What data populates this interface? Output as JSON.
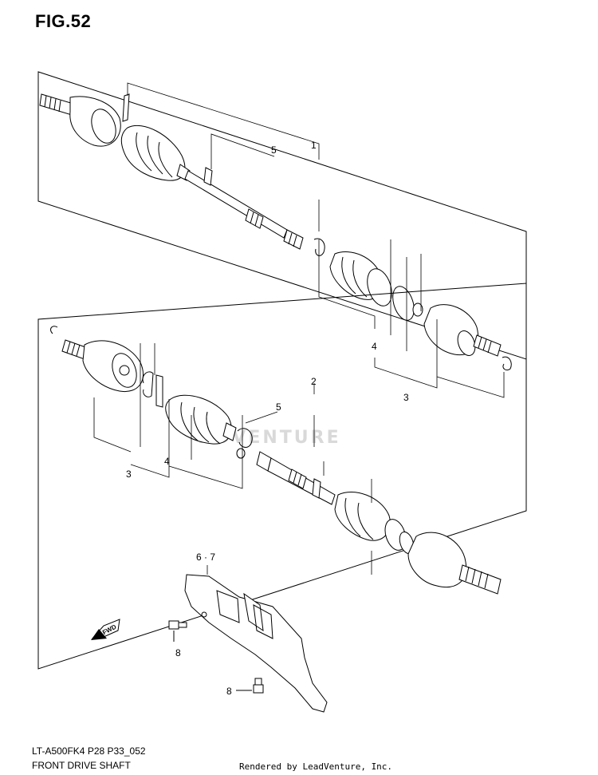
{
  "figure": {
    "title": "FIG.52"
  },
  "footer": {
    "model_code": "LT-A500FK4 P28 P33_052",
    "diagram_name": "FRONT DRIVE SHAFT",
    "rendered_by": "Rendered by LeadVenture, Inc."
  },
  "watermark": {
    "text": "ADVENTURE"
  },
  "callouts": {
    "upper_shaft_assembly": "1",
    "upper_shaft_sub": "5",
    "upper_boot_kit": "4",
    "upper_joint_set": "3",
    "lower_shaft_assembly": "2",
    "lower_shaft_sub": "5",
    "lower_joint_set": "3",
    "lower_boot_kit": "4",
    "guard": "6 · 7",
    "bolt_upper": "8",
    "bolt_lower": "8"
  },
  "direction_arrow": {
    "label": "FWD"
  }
}
